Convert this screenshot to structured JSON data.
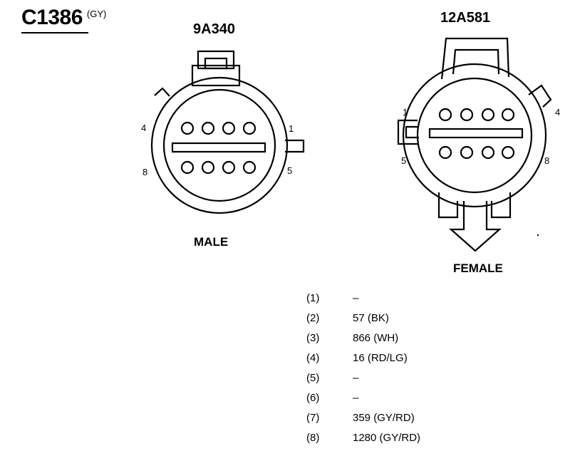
{
  "title": {
    "code": "C1386",
    "color": "(GY)"
  },
  "male_connector": {
    "part": "9A340",
    "type_label": "MALE",
    "pin_labels": {
      "p4": "4",
      "p8": "8",
      "p1": "1",
      "p5": "5"
    }
  },
  "female_connector": {
    "part": "12A581",
    "type_label": "FEMALE",
    "pin_labels": {
      "p1": "1",
      "p5": "5",
      "p4": "4",
      "p8": "8"
    }
  },
  "pinout": [
    {
      "pin": "(1)",
      "circuit": "–"
    },
    {
      "pin": "(2)",
      "circuit": "57 (BK)"
    },
    {
      "pin": "(3)",
      "circuit": "866 (WH)"
    },
    {
      "pin": "(4)",
      "circuit": "16 (RD/LG)"
    },
    {
      "pin": "(5)",
      "circuit": "–"
    },
    {
      "pin": "(6)",
      "circuit": "–"
    },
    {
      "pin": "(7)",
      "circuit": "359 (GY/RD)"
    },
    {
      "pin": "(8)",
      "circuit": "1280 (GY/RD)"
    }
  ]
}
